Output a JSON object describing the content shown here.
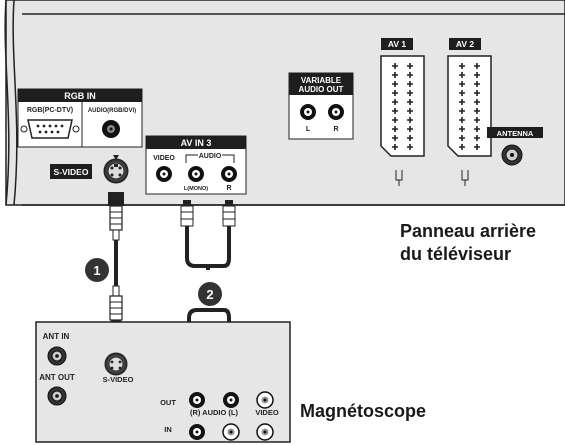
{
  "tv_panel": {
    "rgb_in": {
      "title": "RGB IN",
      "pc_label": "RGB(PC-DTV)",
      "audio_label": "AUDIO(RGB/DVI)"
    },
    "svideo_label": "S-VIDEO",
    "av_in3": {
      "title": "AV IN 3",
      "video_label": "VIDEO",
      "audio_label": "AUDIO",
      "left_label": "L(MONO)",
      "right_label": "R"
    },
    "variable_audio_out": {
      "title_line1": "VARIABLE",
      "title_line2": "AUDIO OUT",
      "left_label": "L",
      "right_label": "R"
    },
    "av1_label": "AV 1",
    "av2_label": "AV 2",
    "antenna_label": "ANTENNA"
  },
  "steps": {
    "step1": "1",
    "step2": "2"
  },
  "vcr": {
    "ant_in": "ANT IN",
    "ant_out": "ANT OUT",
    "svideo": "S-VIDEO",
    "out_label": "OUT",
    "in_label": "IN",
    "audio_cols": "(R) AUDIO (L)",
    "video_col": "VIDEO"
  },
  "captions": {
    "tv_line1": "Panneau arrière",
    "tv_line2": "du téléviseur",
    "vcr": "Magnétoscope"
  },
  "colors": {
    "panel": "#e6e6e6",
    "dark_label": "#1e1e1e",
    "step_circle": "#333333"
  }
}
